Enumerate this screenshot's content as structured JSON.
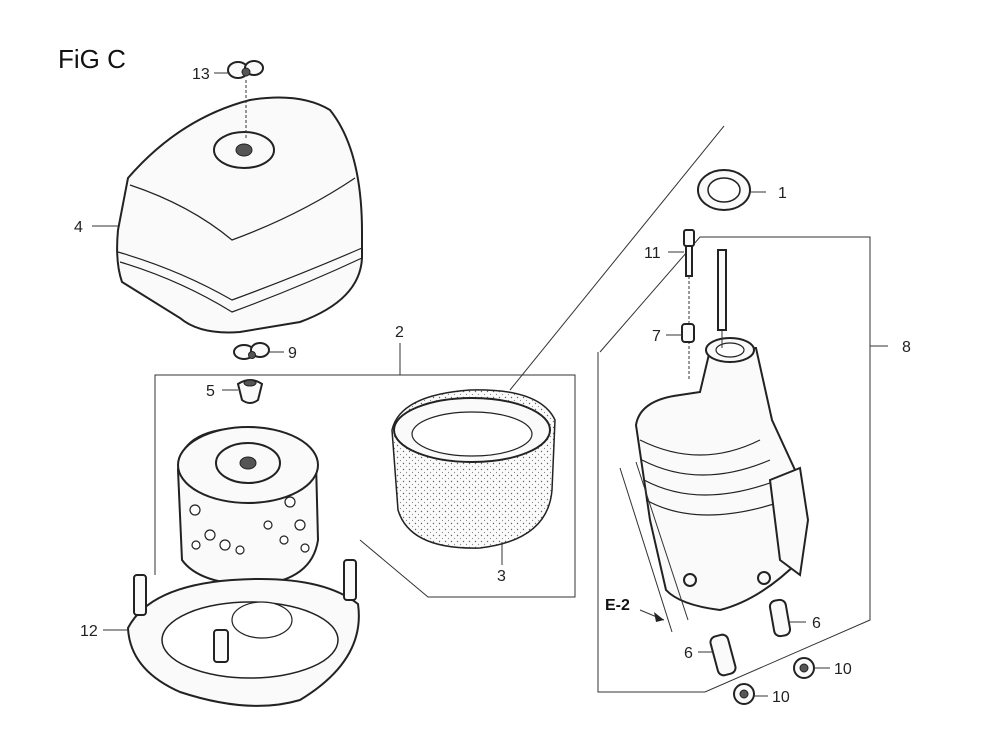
{
  "figure": {
    "title": "FiG C",
    "reference_label": "E-2"
  },
  "callouts": {
    "c1": "1",
    "c2": "2",
    "c3": "3",
    "c4": "4",
    "c5": "5",
    "c6a": "6",
    "c6b": "6",
    "c7": "7",
    "c8": "8",
    "c9": "9",
    "c10a": "10",
    "c10b": "10",
    "c11": "11",
    "c12": "12",
    "c13": "13"
  }
}
